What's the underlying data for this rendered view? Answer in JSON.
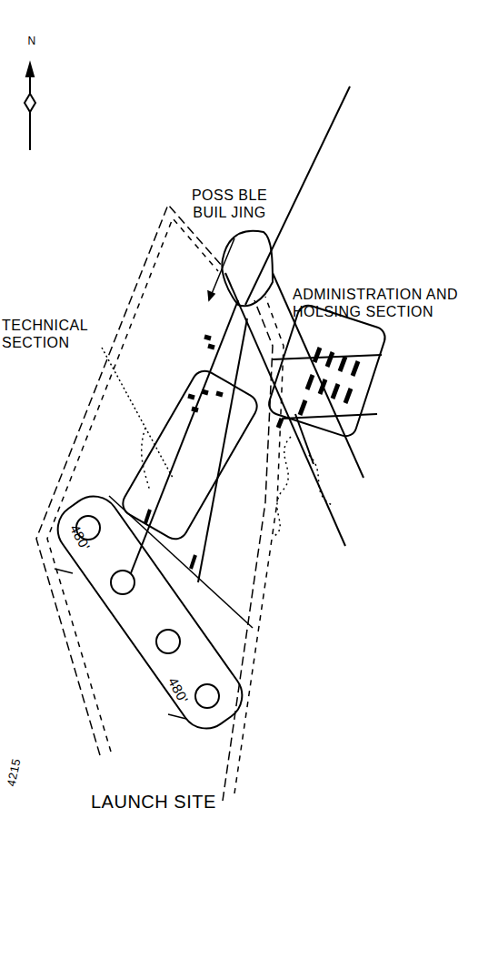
{
  "diagram": {
    "caption": "LAUNCH SITE",
    "labels": [
      "N",
      "POSS BLE BUIL JING",
      "ADMINISTRATION AND HOLSING SECTION",
      "TECHNICAL SECTION",
      "480'",
      "480'",
      "4215"
    ]
  }
}
